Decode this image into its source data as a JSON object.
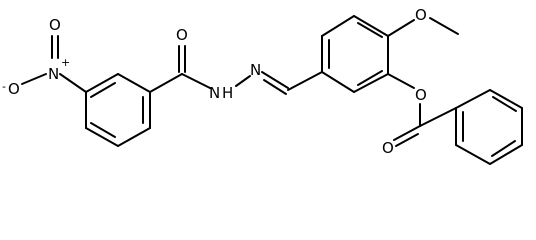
{
  "structure": {
    "atoms": {
      "nitro_n": "N",
      "nitro_n_charge": "+",
      "nitro_o_top": "O",
      "nitro_o_left": "O",
      "nitro_o_left_charge": "-",
      "amide_o": "O",
      "hydrazone_n1": "N",
      "hydrazone_h": "H",
      "hydrazone_n2": "N",
      "methoxy_o": "O",
      "ester_o": "O",
      "carbonyl_o": "O"
    }
  },
  "colors": {
    "bond": "#000000",
    "label": "#000000",
    "background": "#ffffff"
  }
}
